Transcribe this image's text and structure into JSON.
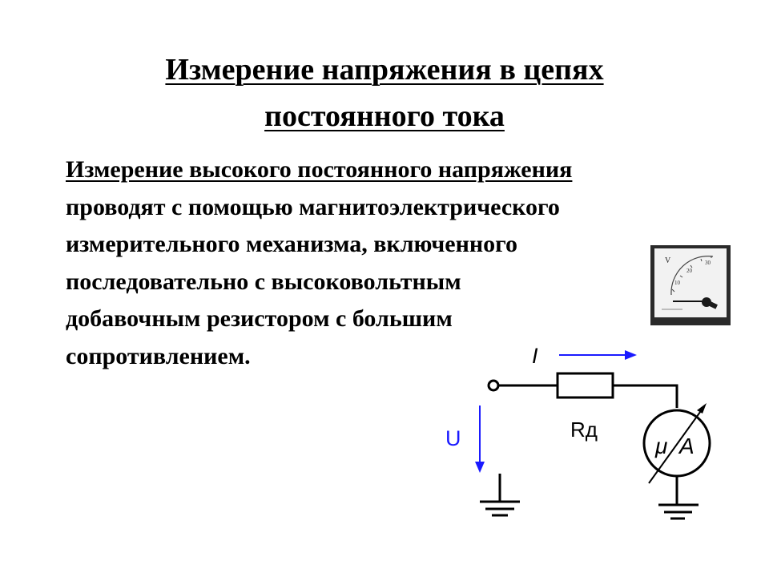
{
  "title": {
    "line1": "Измерение напряжения в цепях",
    "line2": "постоянного тока"
  },
  "body": {
    "lines": [
      "Измерение высокого постоянного напряжения",
      "проводят с помощью магнитоэлектрического",
      "измерительного механизма, включенного",
      "последовательно с высоковольтным",
      "добавочным резистором с большим",
      "сопротивлением."
    ]
  },
  "meter_photo": {
    "unit": "V",
    "scale": [
      "10",
      "20",
      "30"
    ],
    "icon": "voltmeter-icon"
  },
  "circuit": {
    "current_label": "I",
    "voltage_label": "U",
    "resistor_label": "Rд",
    "meter_label_mu": "μ",
    "meter_label_a": "A",
    "colors": {
      "arrows": "#1a1aff",
      "wires": "#000000"
    }
  }
}
